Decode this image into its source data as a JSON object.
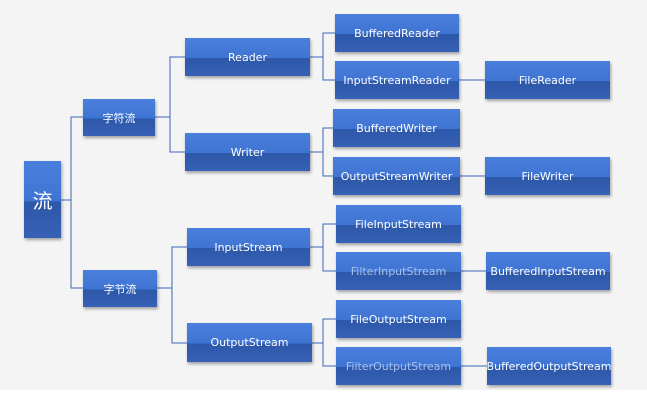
{
  "root": {
    "label": "流"
  },
  "level1": {
    "char": "字符流",
    "byte": "字节流"
  },
  "level2": {
    "reader": "Reader",
    "writer": "Writer",
    "inputstream": "InputStream",
    "outputstream": "OutputStream"
  },
  "level3": {
    "bufferedreader": "BufferedReader",
    "inputstreamreader": "InputStreamReader",
    "bufferedwriter": "BufferedWriter",
    "outputstreamwriter": "OutputStreamWriter",
    "fileinputstream": "FileInputStream",
    "filterinputstream": "FilterInputStream",
    "fileoutputstream": "FileOutputStream",
    "filteroutputstream": "FilterOutputStream"
  },
  "level4": {
    "filereader": "FileReader",
    "filewriter": "FileWriter",
    "bufferedinputstream": "BufferedInputStream",
    "bufferedoutputstream": "BufferedOutputStream"
  },
  "colors": {
    "box_top": "#4a7fdc",
    "box_bottom": "#2d57a8",
    "connector": "#3a66b8",
    "background": "#f4f4f4",
    "muted_text": "#a9c2ec"
  }
}
